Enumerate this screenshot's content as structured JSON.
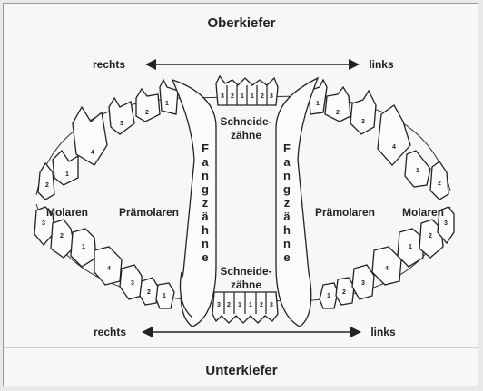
{
  "header": {
    "title": "Oberkiefer"
  },
  "footer": {
    "title": "Unterkiefer"
  },
  "directions": {
    "upper_left": "rechts",
    "upper_right": "links",
    "lower_left": "rechts",
    "lower_right": "links"
  },
  "groups": {
    "molars_left": "Molaren",
    "premolars_left": "Prämolaren",
    "premolars_right": "Prämolaren",
    "molars_right": "Molaren",
    "incisors_upper_line1": "Schneide-",
    "incisors_upper_line2": "zähne",
    "incisors_lower_line1": "Schneide-",
    "incisors_lower_line2": "zähne",
    "canines_left": "Fangzähne",
    "canines_right": "Fangzähne"
  },
  "tooth_numbers": {
    "upper_right_side": [
      "1",
      "2",
      "3",
      "4",
      "1",
      "2"
    ],
    "upper_incisors": [
      "3",
      "2",
      "1",
      "1",
      "2",
      "3"
    ],
    "upper_left_side": [
      "1",
      "2",
      "3",
      "4",
      "1",
      "2"
    ],
    "lower_right_side": [
      "3",
      "2",
      "1",
      "4",
      "3",
      "2",
      "1"
    ],
    "lower_incisors": [
      "3",
      "2",
      "1",
      "1",
      "2",
      "3"
    ],
    "lower_left_side": [
      "1",
      "2",
      "3",
      "4",
      "1",
      "2",
      "3"
    ]
  }
}
